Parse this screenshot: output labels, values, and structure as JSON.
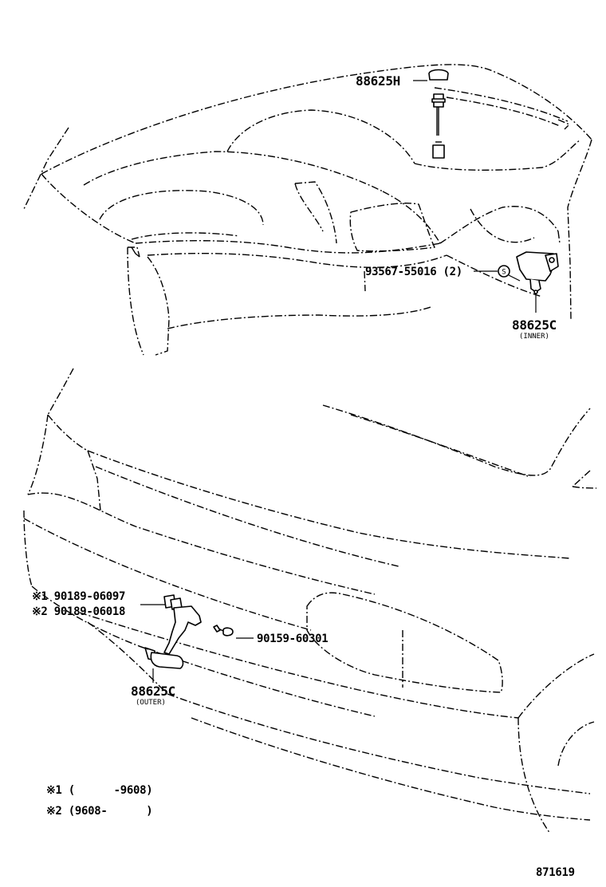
{
  "labels": {
    "p88625H": "88625H",
    "p93567": "93567-55016 (2)",
    "p88625C_inner": "88625C",
    "inner_note": "(INNER)",
    "pA": "※1 90189-06097",
    "pB": "※2 90189-06018",
    "p90159": "90159-60301",
    "p88625C_outer": "88625C",
    "outer_note": "(OUTER)",
    "s_marker": "S"
  },
  "notes": {
    "note1": "※1 (      -9608)",
    "note2": "※2 (9608-      )"
  },
  "diagram_number": "871619"
}
